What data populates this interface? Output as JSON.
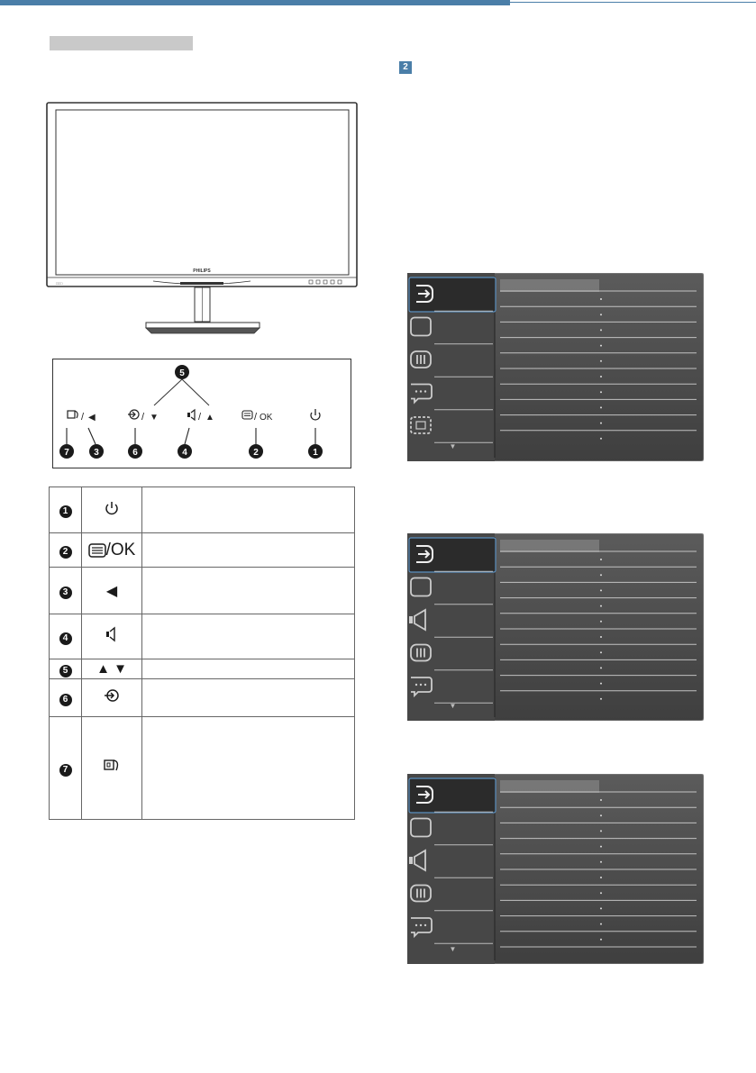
{
  "page": {
    "step_number": "2"
  },
  "monitor": {
    "brand": "PHILIPS"
  },
  "diagram": {
    "buttons": [
      {
        "label": "◀",
        "icon": "smartimage-icon"
      },
      {
        "label": "▼",
        "icon": "input-icon"
      },
      {
        "label": "▲",
        "icon": "volume-icon"
      },
      {
        "label": "OK",
        "icon": "menu-icon"
      },
      {
        "label": "",
        "icon": "power-icon"
      }
    ],
    "callouts": [
      "7",
      "3",
      "6",
      "4",
      "2",
      "1",
      "5"
    ]
  },
  "controls_table": {
    "rows": [
      {
        "number": "1",
        "icon": "power-icon",
        "symbol": "",
        "description": ""
      },
      {
        "number": "2",
        "icon": "menu-icon",
        "symbol": "/OK",
        "description": ""
      },
      {
        "number": "3",
        "icon": "left-arrow-icon",
        "symbol": "◀",
        "description": ""
      },
      {
        "number": "4",
        "icon": "speaker-icon",
        "symbol": "",
        "description": ""
      },
      {
        "number": "5",
        "icon": "up-down-arrows-icon",
        "symbol": "▲ ▼",
        "description": ""
      },
      {
        "number": "6",
        "icon": "input-icon",
        "symbol": "",
        "description": ""
      },
      {
        "number": "7",
        "icon": "smartimage-icon",
        "symbol": "",
        "description": ""
      }
    ]
  },
  "osd_menus": [
    {
      "icons": [
        "input-icon",
        "picture-icon",
        "color-icon",
        "language-icon",
        "osd-settings-icon"
      ],
      "scroll_glyph": "▼"
    },
    {
      "icons": [
        "input-icon",
        "picture-icon",
        "audio-icon",
        "color-icon",
        "language-icon"
      ],
      "scroll_glyph": "▼"
    },
    {
      "icons": [
        "input-icon",
        "picture-icon",
        "audio-icon",
        "color-icon",
        "language-icon"
      ],
      "scroll_glyph": "▼"
    }
  ]
}
